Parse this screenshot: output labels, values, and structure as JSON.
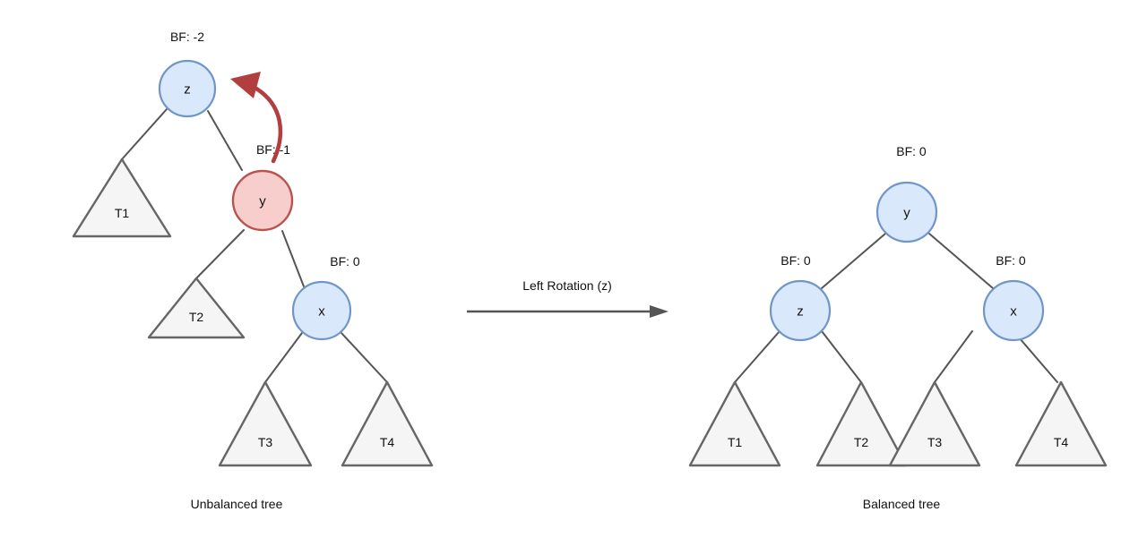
{
  "diagram": {
    "title_left": "Unbalanced tree",
    "title_right": "Balanced tree",
    "operation_label": "Left Rotation (z)",
    "colors": {
      "node_blue_fill": "#dae8fc",
      "node_blue_stroke": "#7096c9",
      "node_red_fill": "#f8cecc",
      "node_red_stroke": "#b85450",
      "triangle_fill": "#f5f5f5",
      "triangle_stroke": "#666666",
      "edge_stroke": "#555555",
      "rotation_arrow": "#b23f3f",
      "background": "#ffffff"
    }
  },
  "left_tree": {
    "caption": "Unbalanced tree",
    "nodes": [
      {
        "id": "z",
        "label": "z",
        "bf_label": "BF: -2",
        "color": "blue"
      },
      {
        "id": "y",
        "label": "y",
        "bf_label": "BF: -1",
        "color": "red"
      },
      {
        "id": "x",
        "label": "x",
        "bf_label": "BF: 0",
        "color": "blue"
      }
    ],
    "subtrees": [
      {
        "id": "T1",
        "label": "T1"
      },
      {
        "id": "T2",
        "label": "T2"
      },
      {
        "id": "T3",
        "label": "T3"
      },
      {
        "id": "T4",
        "label": "T4"
      }
    ]
  },
  "right_tree": {
    "caption": "Balanced tree",
    "nodes": [
      {
        "id": "y",
        "label": "y",
        "bf_label": "BF: 0",
        "color": "blue"
      },
      {
        "id": "z",
        "label": "z",
        "bf_label": "BF: 0",
        "color": "blue"
      },
      {
        "id": "x",
        "label": "x",
        "bf_label": "BF: 0",
        "color": "blue"
      }
    ],
    "subtrees": [
      {
        "id": "T1",
        "label": "T1"
      },
      {
        "id": "T2",
        "label": "T2"
      },
      {
        "id": "T3",
        "label": "T3"
      },
      {
        "id": "T4",
        "label": "T4"
      }
    ]
  }
}
